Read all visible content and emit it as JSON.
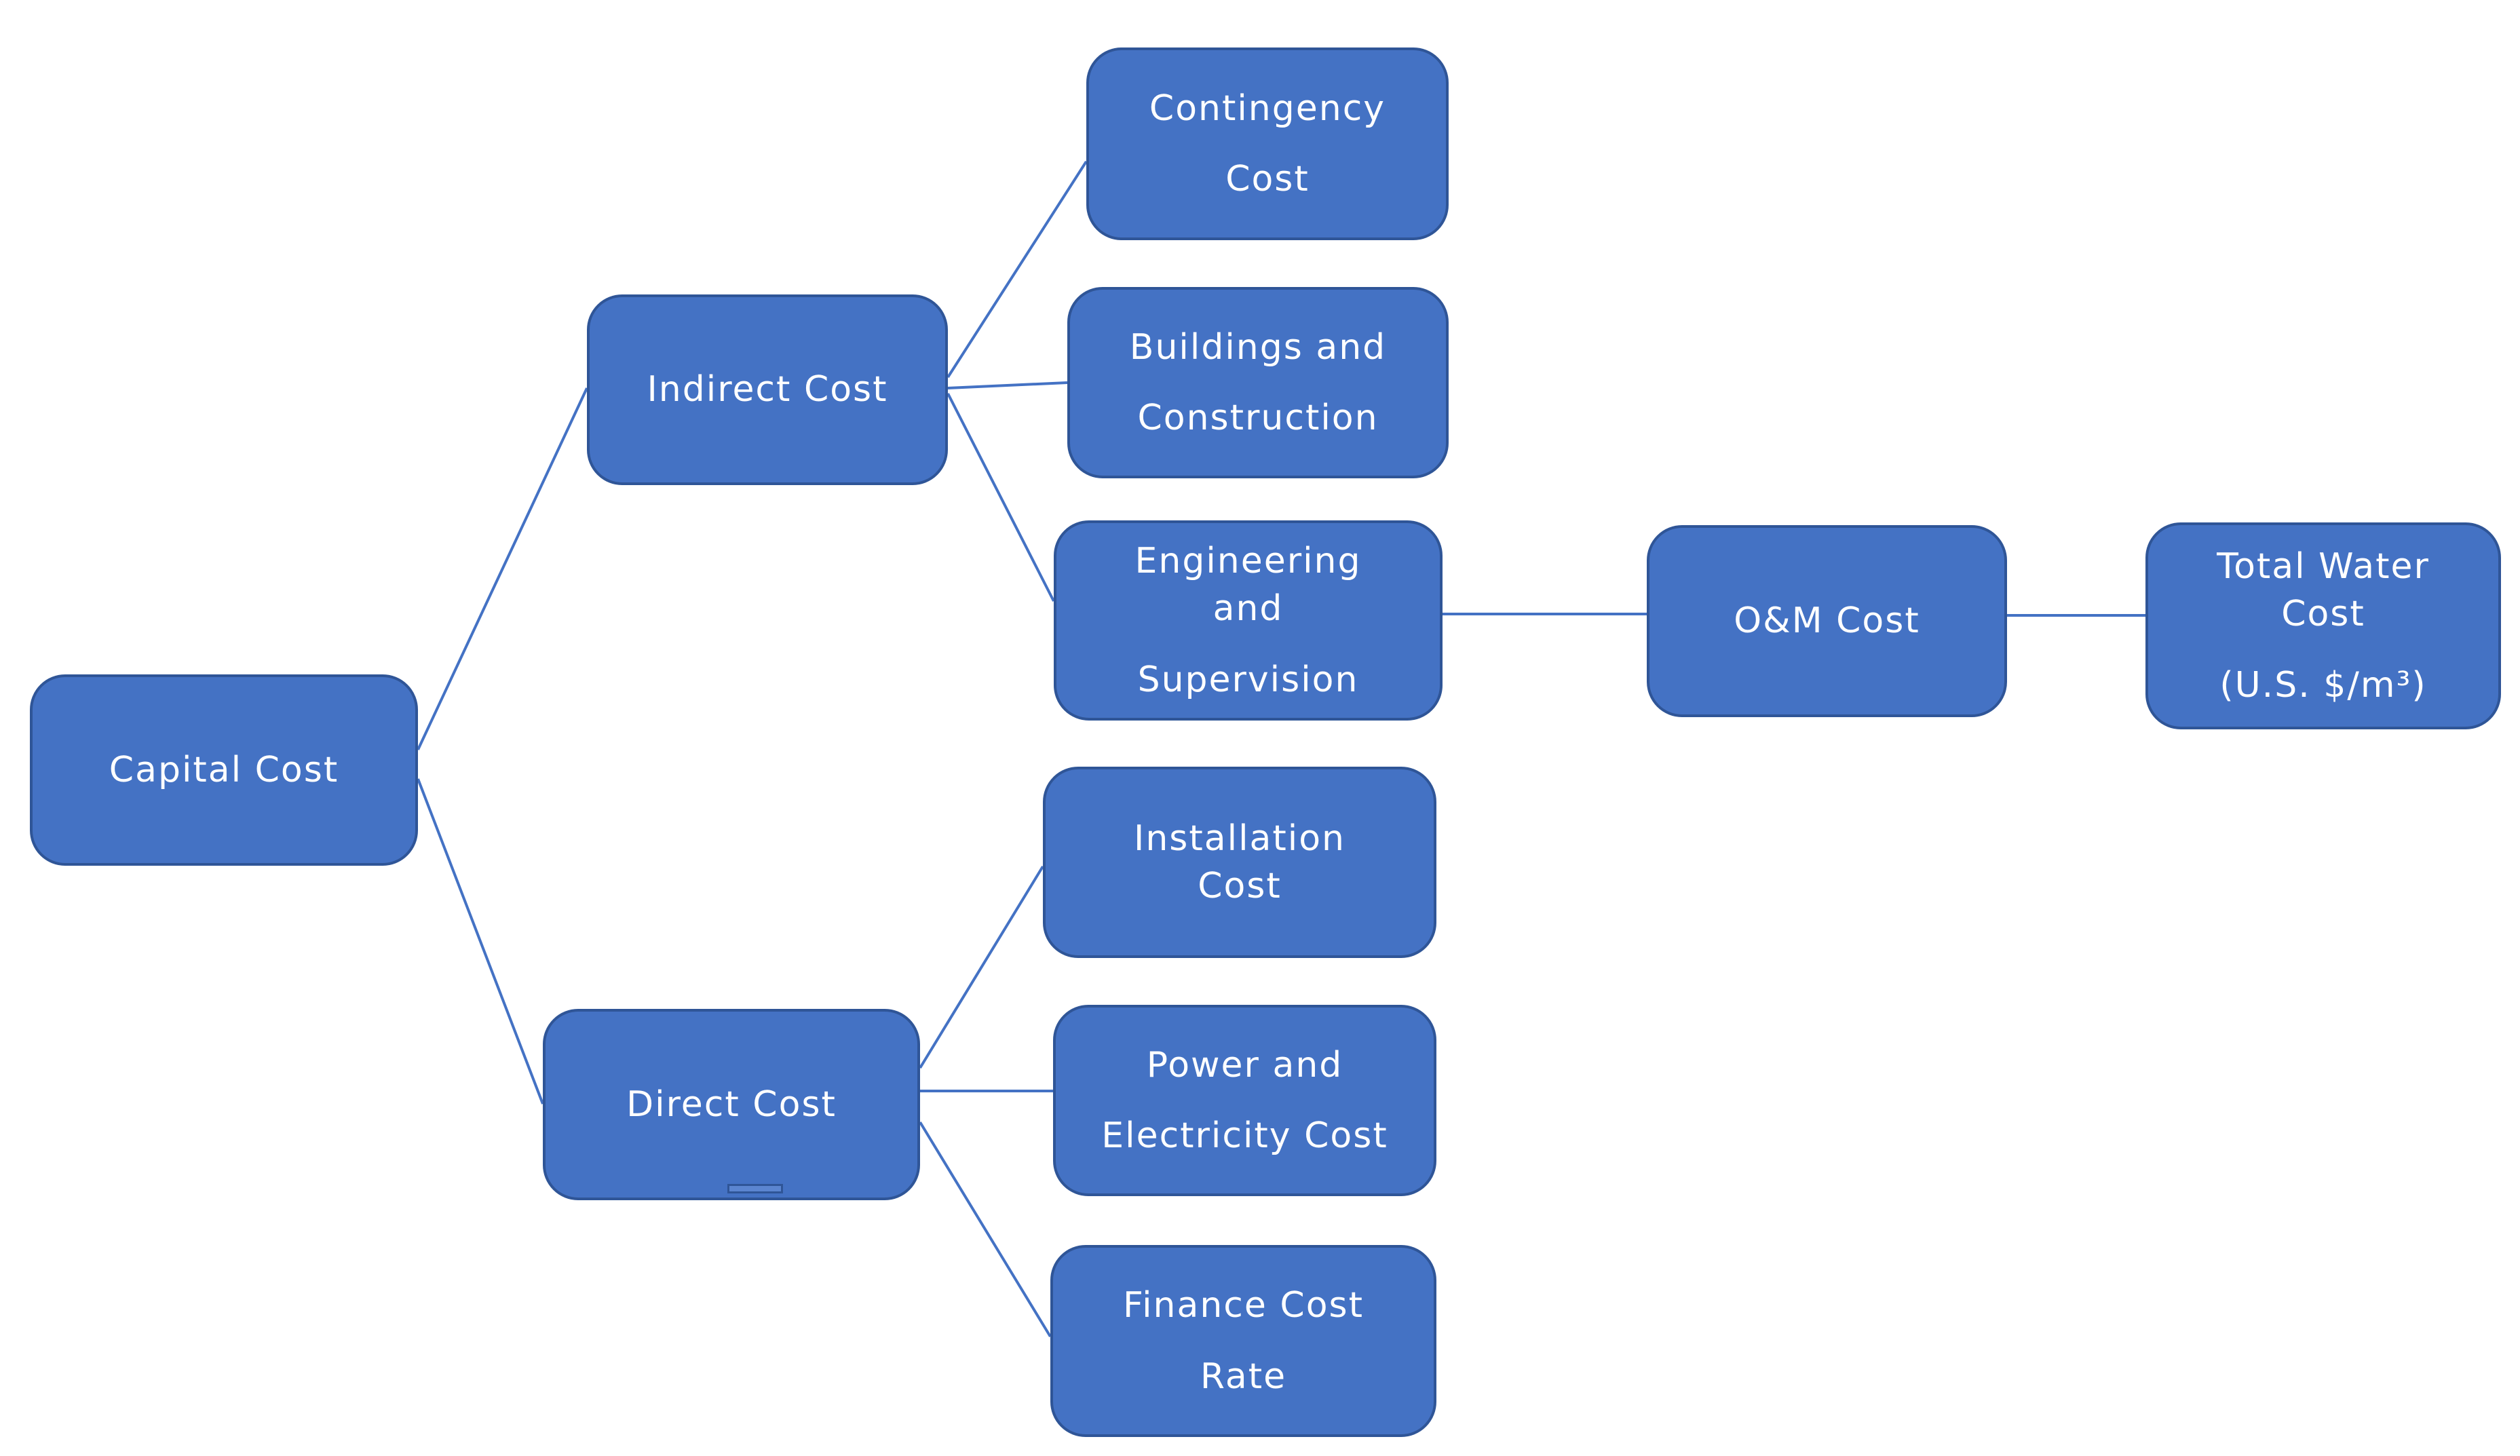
{
  "diagram": {
    "colors": {
      "node_fill": "#4472c4",
      "node_border": "#2f5597",
      "connector": "#4472c4",
      "text": "#ffffff",
      "background": "#ffffff"
    },
    "nodes": {
      "capital_cost": {
        "lines": [
          "Capital Cost"
        ]
      },
      "indirect_cost": {
        "lines": [
          "Indirect Cost"
        ]
      },
      "direct_cost": {
        "lines": [
          "Direct Cost"
        ]
      },
      "contingency_cost": {
        "lines": [
          "Contingency",
          "Cost"
        ]
      },
      "buildings_construction": {
        "lines": [
          "Buildings and",
          "Construction"
        ]
      },
      "engineering_supervision": {
        "lines": [
          "Engineering",
          "and",
          "Supervision"
        ]
      },
      "installation_cost": {
        "lines": [
          "Installation",
          "Cost"
        ]
      },
      "power_electricity_cost": {
        "lines": [
          "Power and",
          "Electricity Cost"
        ]
      },
      "finance_cost_rate": {
        "lines": [
          "Finance Cost",
          "Rate"
        ]
      },
      "om_cost": {
        "lines": [
          "O&M Cost"
        ]
      },
      "total_water_cost": {
        "lines": [
          "Total Water",
          "Cost",
          "(U.S. $/m³)"
        ]
      }
    },
    "edges": [
      [
        "capital_cost",
        "indirect_cost"
      ],
      [
        "capital_cost",
        "direct_cost"
      ],
      [
        "indirect_cost",
        "contingency_cost"
      ],
      [
        "indirect_cost",
        "buildings_construction"
      ],
      [
        "indirect_cost",
        "engineering_supervision"
      ],
      [
        "direct_cost",
        "installation_cost"
      ],
      [
        "direct_cost",
        "power_electricity_cost"
      ],
      [
        "direct_cost",
        "finance_cost_rate"
      ],
      [
        "engineering_supervision",
        "om_cost"
      ],
      [
        "om_cost",
        "total_water_cost"
      ]
    ]
  }
}
